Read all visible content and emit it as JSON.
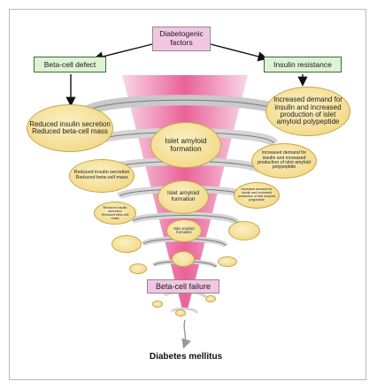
{
  "top_box": "Diabetogenic\nfactors",
  "left_box": "Beta-cell defect",
  "right_box": "Insulin resistance",
  "failure_box": "Beta-cell failure",
  "outcome": "Diabetes mellitus",
  "center_labels": [
    "Islet amyloid formation",
    "Islet amyloid formation",
    "Islet amyloid formation"
  ],
  "left_labels": [
    "Reduced insulin secretion\nReduced beta-cell mass",
    "Reduced insulin secretion\nReduced beta-cell mass",
    "Reduced insulin secretion\nReduced beta-cell mass"
  ],
  "right_labels": [
    "Increased demand for insulin and increased production of islet amyloid polypeptide",
    "Increased demand for insulin and increased production of islet amyloid polypeptide",
    "Increased demand for insulin and increased production of islet amyloid polypeptide"
  ],
  "colors": {
    "pink": "#f2c6e2",
    "green": "#dff2d5",
    "gold": "#f3dc8f",
    "funnel": "#e7508d"
  }
}
